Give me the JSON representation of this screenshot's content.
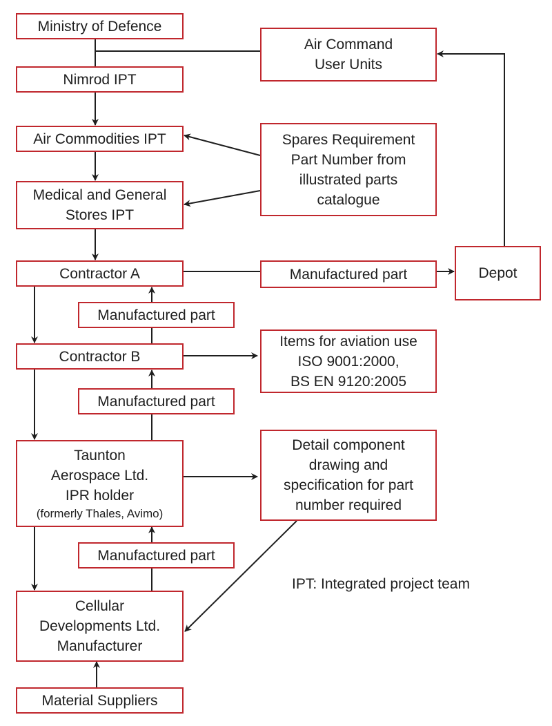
{
  "nodes": {
    "mod": {
      "lines": [
        "Ministry of Defence"
      ]
    },
    "nimrod": {
      "lines": [
        "Nimrod IPT"
      ]
    },
    "aircomm": {
      "lines": [
        "Air Commodities IPT"
      ]
    },
    "medical": {
      "lines": [
        "Medical and General",
        "Stores IPT"
      ]
    },
    "contractor_a": {
      "lines": [
        "Contractor A"
      ]
    },
    "mp1": {
      "lines": [
        "Manufactured part"
      ]
    },
    "contractor_b": {
      "lines": [
        "Contractor B"
      ]
    },
    "mp2": {
      "lines": [
        "Manufactured part"
      ]
    },
    "taunton": {
      "lines": [
        "Taunton",
        "Aerospace Ltd.",
        "IPR holder"
      ],
      "small": "(formerly Thales, Avimo)"
    },
    "mp3": {
      "lines": [
        "Manufactured part"
      ]
    },
    "cellular": {
      "lines": [
        "Cellular",
        "Developments Ltd.",
        "Manufacturer"
      ]
    },
    "material": {
      "lines": [
        "Material Suppliers"
      ]
    },
    "aircommand": {
      "lines": [
        "Air Command",
        "User Units"
      ]
    },
    "spares": {
      "lines": [
        "Spares Requirement",
        "Part Number from",
        "illustrated parts",
        "catalogue"
      ]
    },
    "mp_right": {
      "lines": [
        "Manufactured part"
      ]
    },
    "depot": {
      "lines": [
        "Depot"
      ]
    },
    "items": {
      "lines": [
        "Items for aviation use",
        "ISO 9001:2000,",
        "BS EN 9120:2005"
      ]
    },
    "detail": {
      "lines": [
        "Detail component",
        "drawing and",
        "specification for part",
        "number required"
      ]
    }
  },
  "legend": "IPT: Integrated project team",
  "colors": {
    "box_border": "#c0272d",
    "line": "#1e1e1e"
  }
}
